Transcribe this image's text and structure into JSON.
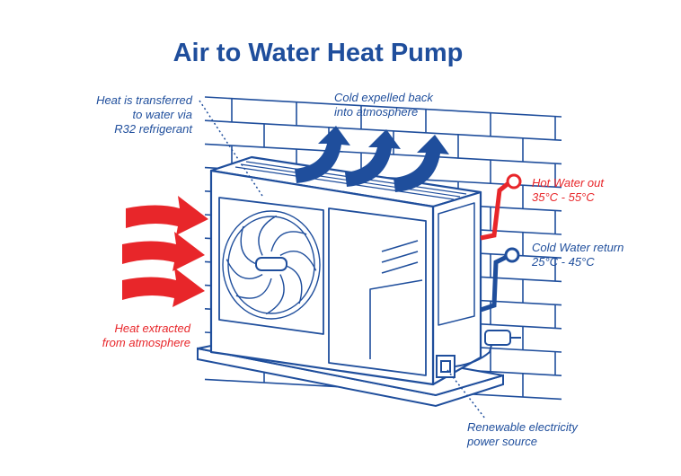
{
  "title": "Air to Water Heat Pump",
  "labels": {
    "heat_transfer": [
      "Heat is transferred",
      "to water via",
      "R32 refrigerant"
    ],
    "cold_expelled": [
      "Cold expelled back",
      "into atmosphere"
    ],
    "hot_water": [
      "Hot Water out",
      "35°C - 55°C"
    ],
    "cold_water": [
      "Cold Water return",
      "25°C - 45°C"
    ],
    "heat_extracted": [
      "Heat extracted",
      "from atmosphere"
    ],
    "electricity": [
      "Renewable electricity",
      "power source"
    ]
  },
  "colors": {
    "blue": "#1f4e9c",
    "red": "#e8262a"
  }
}
